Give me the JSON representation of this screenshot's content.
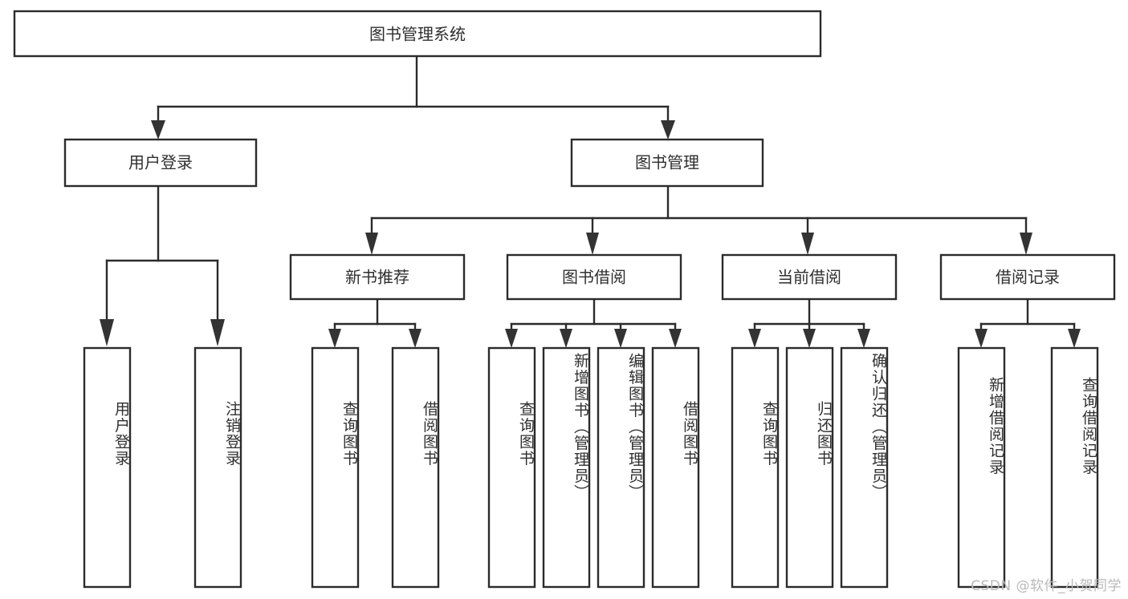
{
  "diagram": {
    "type": "tree-hierarchy",
    "title": "图书管理系统",
    "orientation": "top-down",
    "watermark": "CSDN @软件_小贺同学",
    "colors": {
      "box_fill": "#ffffff",
      "box_stroke": "#2b2b2b",
      "text": "#2f2f2f",
      "arrow": "#333333",
      "watermark": "#b9b9b9",
      "background": "#ffffff"
    },
    "root": {
      "label": "图书管理系统"
    },
    "level2": [
      {
        "label": "用户登录"
      },
      {
        "label": "图书管理"
      }
    ],
    "level3": [
      {
        "label": "新书推荐"
      },
      {
        "label": "图书借阅"
      },
      {
        "label": "当前借阅"
      },
      {
        "label": "借阅记录"
      }
    ],
    "leaves": {
      "user_login": [
        {
          "label": "用户登录"
        },
        {
          "label": "注销登录"
        }
      ],
      "new_book_recommend": [
        {
          "label": "查询图书"
        },
        {
          "label": "借阅图书"
        }
      ],
      "book_borrow": [
        {
          "label": "查询图书"
        },
        {
          "label": "新增图书（管理员）"
        },
        {
          "label": "编辑图书（管理员）"
        },
        {
          "label": "借阅图书"
        }
      ],
      "current_borrow": [
        {
          "label": "查询图书"
        },
        {
          "label": "归还图书"
        },
        {
          "label": "确认归还（管理员）"
        }
      ],
      "borrow_record": [
        {
          "label": "新增借阅记录"
        },
        {
          "label": "查询借阅记录"
        }
      ]
    }
  }
}
